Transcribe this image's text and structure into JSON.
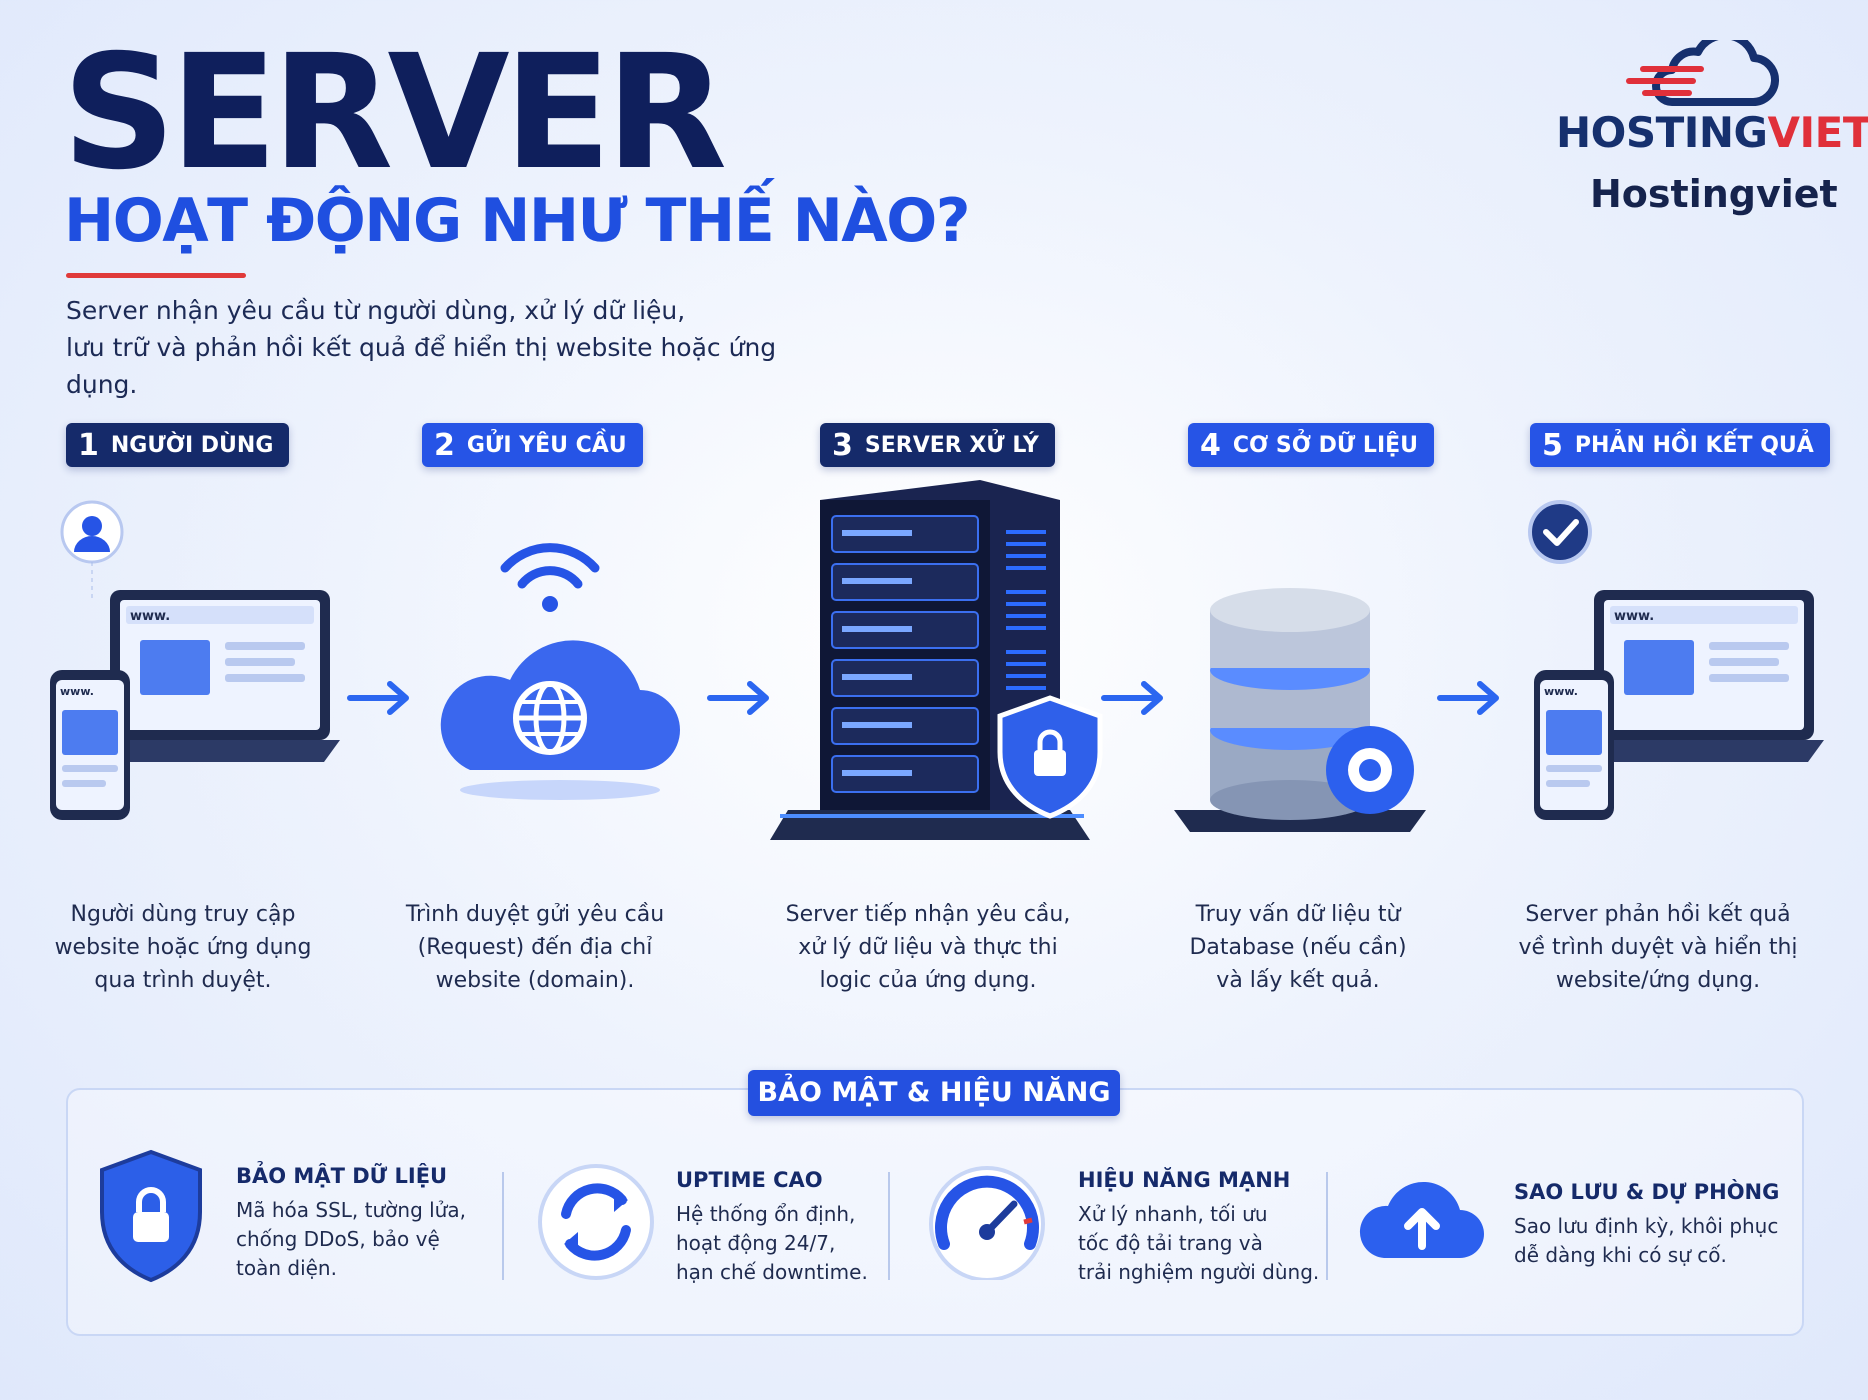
{
  "header": {
    "title": "SERVER",
    "subtitle": "HOẠT ĐỘNG NHƯ THẾ NÀO?",
    "intro_line1": "Server nhận yêu cầu từ người dùng, xử lý dữ liệu,",
    "intro_line2": "lưu trữ và phản hồi kết quả để hiển thị website hoặc ứng dụng."
  },
  "brand": {
    "logo_text_main": "HOSTING",
    "logo_text_accent": "VIET",
    "name": "Hostingviet",
    "icon": "cloud-logo-icon",
    "colors": {
      "navy": "#16306e",
      "red": "#e0303a"
    }
  },
  "steps": [
    {
      "num": "1",
      "label": "NGƯỜI DÙNG",
      "icon": "devices-icon",
      "desc": [
        "Người dùng truy cập",
        "website hoặc ứng dụng",
        "qua trình duyệt."
      ]
    },
    {
      "num": "2",
      "label": "GỬI YÊU CẦU",
      "icon": "cloud-globe-icon",
      "desc": [
        "Trình duyệt gửi yêu cầu",
        "(Request) đến địa chỉ",
        "website (domain)."
      ]
    },
    {
      "num": "3",
      "label": "SERVER XỬ LÝ",
      "icon": "server-rack-icon",
      "desc": [
        "Server tiếp nhận yêu cầu,",
        "xử lý dữ liệu và thực thi",
        "logic của ứng dụng."
      ]
    },
    {
      "num": "4",
      "label": "CƠ SỞ DỮ LIỆU",
      "icon": "database-icon",
      "desc": [
        "Truy vấn dữ liệu từ",
        "Database (nếu cần)",
        "và lấy kết quả."
      ]
    },
    {
      "num": "5",
      "label": "PHẢN HỒI KẾT QUẢ",
      "icon": "devices-check-icon",
      "desc": [
        "Server phản hồi kết quả",
        "về trình duyệt và hiển thị",
        "website/ứng dụng."
      ]
    }
  ],
  "device_text": "www.",
  "features": {
    "title": "BẢO MẬT & HIỆU NĂNG",
    "items": [
      {
        "title": "BẢO MẬT DỮ LIỆU",
        "icon": "shield-lock-icon",
        "lines": [
          "Mã hóa SSL, tường lửa,",
          "chống DDoS, bảo vệ",
          "toàn diện."
        ]
      },
      {
        "title": "UPTIME CAO",
        "icon": "refresh-icon",
        "lines": [
          "Hệ thống ổn định,",
          "hoạt động 24/7,",
          "hạn chế downtime."
        ]
      },
      {
        "title": "HIỆU NĂNG MẠNH",
        "icon": "speedometer-icon",
        "lines": [
          "Xử lý nhanh, tối ưu",
          "tốc độ tải trang và",
          "trải nghiệm người dùng."
        ]
      },
      {
        "title": "SAO LƯU & DỰ PHÒNG",
        "icon": "cloud-upload-icon",
        "lines": [
          "Sao lưu định kỳ, khôi phục",
          "dễ dàng khi có sự cố."
        ]
      }
    ]
  },
  "colors": {
    "navy": "#0f1f5c",
    "accent_blue": "#2654e6",
    "rule_red": "#e03a3a"
  }
}
